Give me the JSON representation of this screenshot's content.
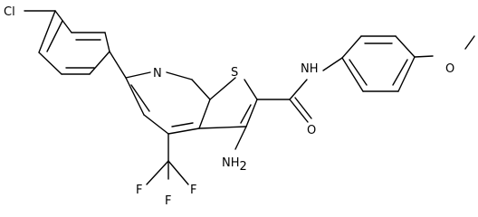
{
  "molecule": {
    "atoms": {
      "chlorine": "Cl",
      "pyridine_nitrogen": "N",
      "thiophene_sulfur": "S",
      "amide_nitrogen": "NH",
      "carbonyl_oxygen": "O",
      "ether_oxygen": "O",
      "amino_group": "NH",
      "amino_subscript": "2",
      "fluorine_1": "F",
      "fluorine_2": "F",
      "fluorine_3": "F"
    }
  }
}
